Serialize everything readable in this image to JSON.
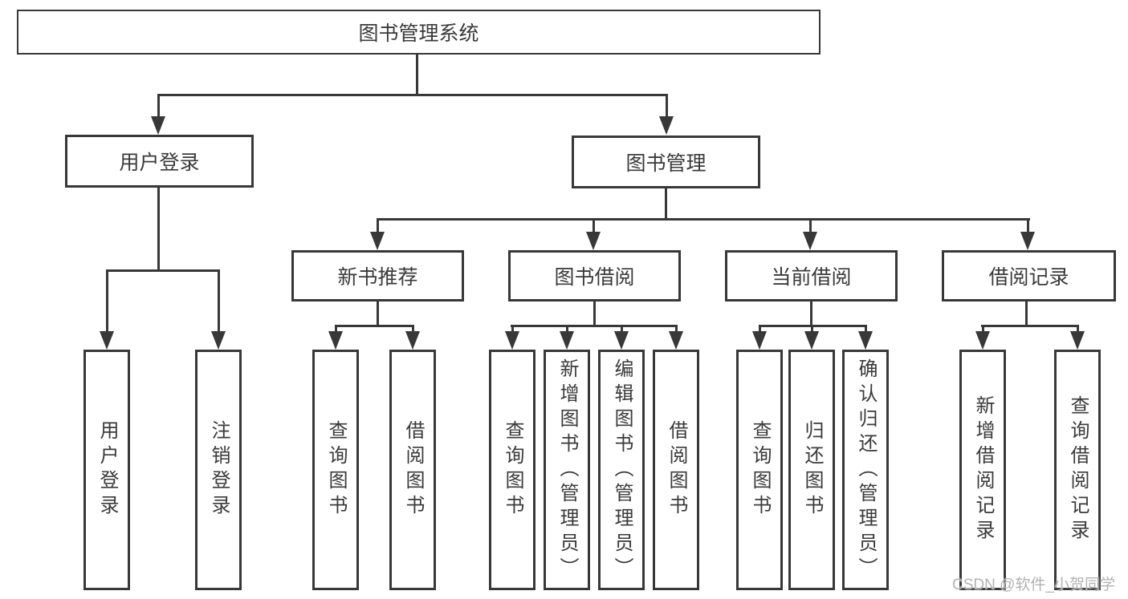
{
  "diagram": {
    "root": "图书管理系统",
    "branches": [
      {
        "label": "用户登录",
        "children": [
          "用户登录",
          "注销登录"
        ]
      },
      {
        "label": "图书管理",
        "modules": [
          {
            "label": "新书推荐",
            "children": [
              "查询图书",
              "借阅图书"
            ]
          },
          {
            "label": "图书借阅",
            "children": [
              "查询图书",
              "新增图书（管理员）",
              "编辑图书（管理员）",
              "借阅图书"
            ]
          },
          {
            "label": "当前借阅",
            "children": [
              "查询图书",
              "归还图书",
              "确认归还（管理员）"
            ]
          },
          {
            "label": "借阅记录",
            "children": [
              "新增借阅记录",
              "查询借阅记录"
            ]
          }
        ]
      }
    ]
  },
  "watermark": {
    "text": "CSDN @软件_小贺同学"
  },
  "colors": {
    "line": "#383838",
    "text": "#3a3a3a",
    "watermark": "#b2b2b2",
    "background": "#ffffff"
  }
}
